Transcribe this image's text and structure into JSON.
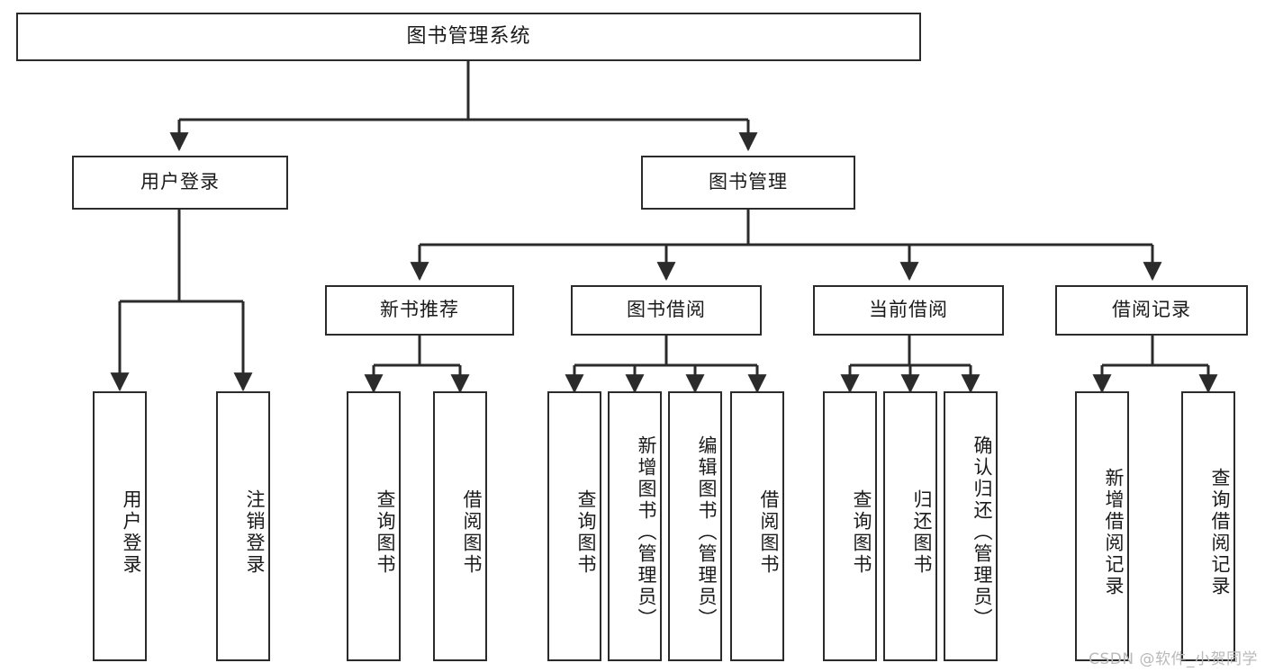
{
  "diagram": {
    "type": "tree",
    "title": "图书管理系统",
    "watermark": "CSDN @软件_小贺同学",
    "colors": {
      "node_border": "#2b2b2b",
      "node_fill": "#ffffff",
      "edge": "#2b2b2b",
      "text": "#1a1a1a",
      "watermark": "#b9b9b9",
      "background": "#ffffff"
    },
    "root": {
      "label": "图书管理系统"
    },
    "level2": [
      {
        "label": "用户登录"
      },
      {
        "label": "图书管理"
      }
    ],
    "level3": [
      {
        "label": "新书推荐"
      },
      {
        "label": "图书借阅"
      },
      {
        "label": "当前借阅"
      },
      {
        "label": "借阅记录"
      }
    ],
    "leaves": {
      "user_login": [
        {
          "label": "用户登录"
        },
        {
          "label": "注销登录"
        }
      ],
      "new_book_recommend": [
        {
          "label": "查询图书"
        },
        {
          "label": "借阅图书"
        }
      ],
      "book_borrow": [
        {
          "label": "查询图书"
        },
        {
          "label": "新增图书（管理员）"
        },
        {
          "label": "编辑图书（管理员）"
        },
        {
          "label": "借阅图书"
        }
      ],
      "current_borrow": [
        {
          "label": "查询图书"
        },
        {
          "label": "归还图书"
        },
        {
          "label": "确认归还（管理员）"
        }
      ],
      "borrow_record": [
        {
          "label": "新增借阅记录"
        },
        {
          "label": "查询借阅记录"
        }
      ]
    }
  }
}
